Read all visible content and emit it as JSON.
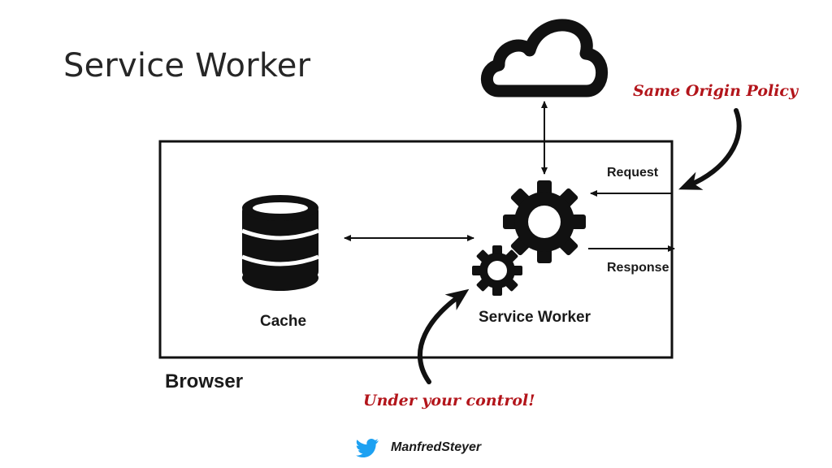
{
  "slide": {
    "title": "Service Worker"
  },
  "diagram": {
    "browser_label": "Browser",
    "cache_label": "Cache",
    "service_worker_label": "Service Worker",
    "request_label": "Request",
    "response_label": "Response",
    "icons": {
      "cloud": "cloud-icon",
      "database": "database-icon",
      "gears": "gears-icon"
    }
  },
  "annotations": {
    "same_origin": "Same Origin Policy",
    "under_control": "Under your control!",
    "color": "#b3151b"
  },
  "footer": {
    "twitter_handle": "ManfredSteyer",
    "twitter_color": "#1da1f2"
  }
}
